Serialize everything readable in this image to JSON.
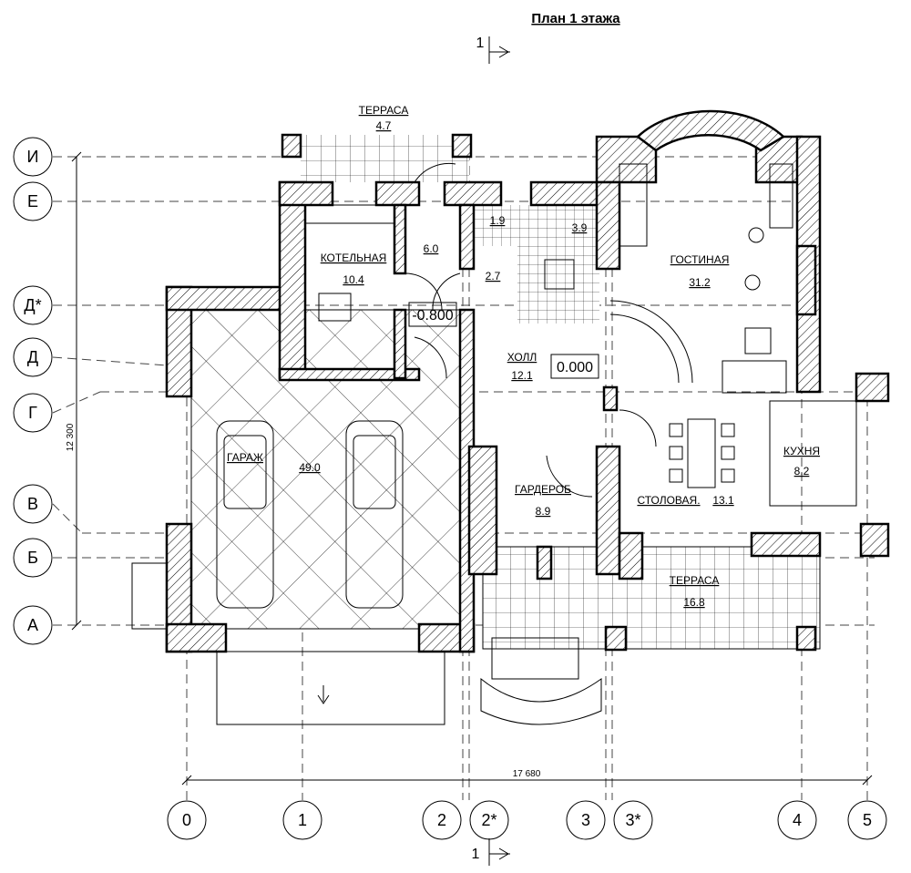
{
  "title": "План 1 этажа",
  "section_mark": "1",
  "rooms": {
    "terrace_top": {
      "name": "ТЕРРАСА",
      "area": "4.7"
    },
    "boiler": {
      "name": "КОТЕЛЬНАЯ",
      "area": "10.4"
    },
    "vestibule": {
      "area": "6.0"
    },
    "wc": {
      "area": "1.9"
    },
    "stairs": {
      "area": "3.9"
    },
    "corridor": {
      "area": "2.7"
    },
    "living": {
      "name": "ГОСТИНАЯ",
      "area": "31.2"
    },
    "hall": {
      "name": "ХОЛЛ",
      "area": "12.1"
    },
    "garage": {
      "name": "ГАРАЖ",
      "area": "49.0"
    },
    "wardrobe": {
      "name": "ГАРДЕРОБ",
      "area": "8.9"
    },
    "dining": {
      "name": "СТОЛОВАЯ.",
      "area": "13.1"
    },
    "kitchen": {
      "name": "КУХНЯ",
      "area": "8.2"
    },
    "terrace_bottom": {
      "name": "ТЕРРАСА",
      "area": "16.8"
    }
  },
  "levels": {
    "basement": "-0.800",
    "ground": "0.000"
  },
  "dimensions": {
    "vertical": "12 300",
    "horizontal": "17 680"
  },
  "axes_rows": [
    "И",
    "Е",
    "Д*",
    "Д",
    "Г",
    "В",
    "Б",
    "А"
  ],
  "axes_cols": [
    "0",
    "1",
    "2",
    "2*",
    "3",
    "3*",
    "4",
    "5"
  ]
}
